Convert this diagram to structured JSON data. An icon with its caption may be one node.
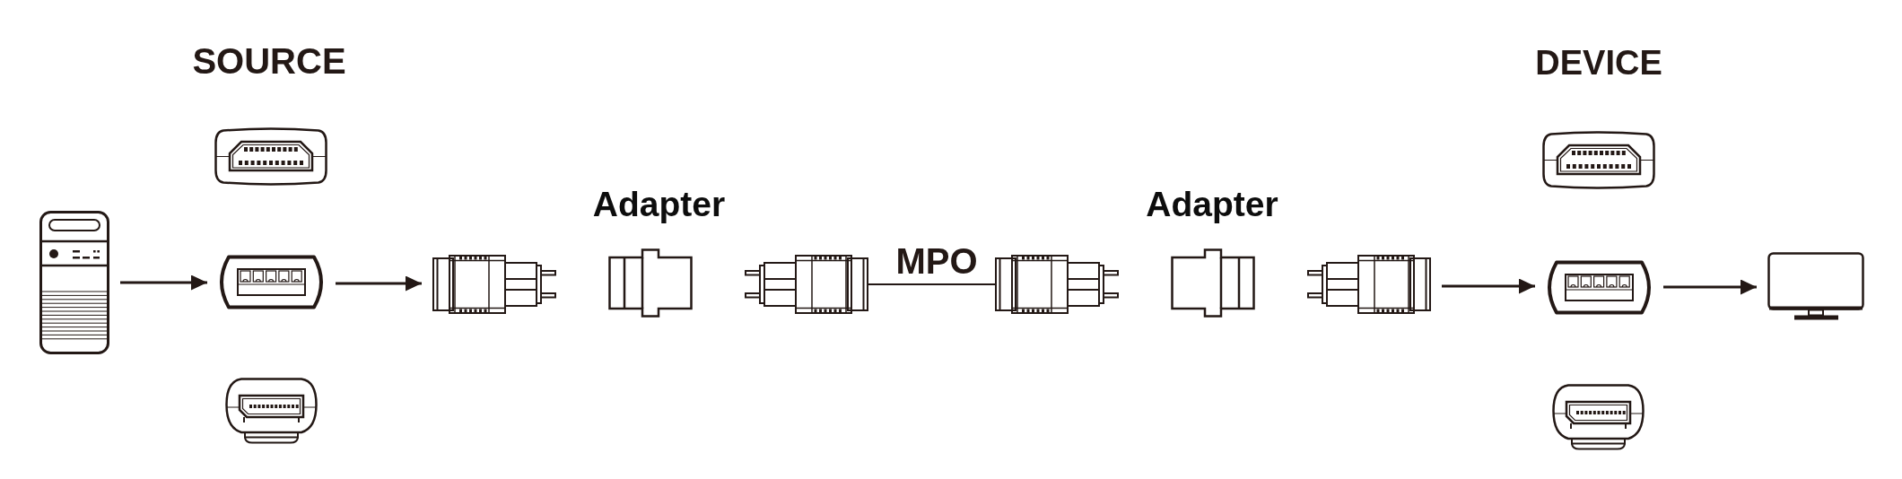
{
  "diagram": {
    "nodes": [
      {
        "text": [],
        "shape": "picture"
      },
      {
        "text": [],
        "shape": "picture"
      },
      {
        "text": [],
        "shape": "picture"
      },
      {
        "text": [],
        "shape": "picture"
      },
      {
        "text": [],
        "shape": "picture"
      },
      {
        "text": [
          "Adapter"
        ]
      },
      {
        "text": [],
        "shape": "picture"
      },
      {
        "text": [],
        "shape": "picture"
      },
      {
        "text": [
          "Adapter"
        ]
      },
      {
        "text": [],
        "shape": "picture"
      },
      {
        "text": [],
        "shape": "picture"
      },
      {
        "text": [],
        "shape": "picture"
      },
      {
        "text": [],
        "shape": "picture"
      },
      {
        "text": [],
        "shape": "picture"
      }
    ],
    "edges": [
      {
        "from": 0,
        "to": 2,
        "arrow": "to"
      },
      {
        "from": 2,
        "to": 4,
        "arrow": "to"
      },
      {
        "from": 6,
        "to": 7,
        "arrow": "none",
        "label": "MPO"
      },
      {
        "from": 9,
        "to": 11,
        "arrow": "to"
      },
      {
        "from": 11,
        "to": 13,
        "arrow": "to"
      }
    ],
    "labels": [
      "SOURCE",
      "DEVICE"
    ]
  }
}
